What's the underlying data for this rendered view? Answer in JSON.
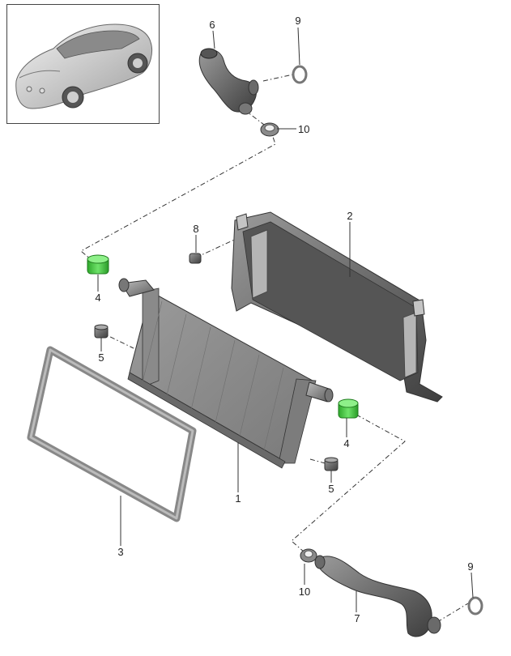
{
  "diagram": {
    "callouts": {
      "c1": "1",
      "c2": "2",
      "c3": "3",
      "c4a": "4",
      "c4b": "4",
      "c5a": "5",
      "c5b": "5",
      "c6": "6",
      "c7": "7",
      "c8": "8",
      "c9a": "9",
      "c9b": "9",
      "c10a": "10",
      "c10b": "10"
    },
    "colors": {
      "highlight_part": "#3ec43a",
      "part_gray": "#8c8c8c",
      "line": "#333333"
    }
  }
}
